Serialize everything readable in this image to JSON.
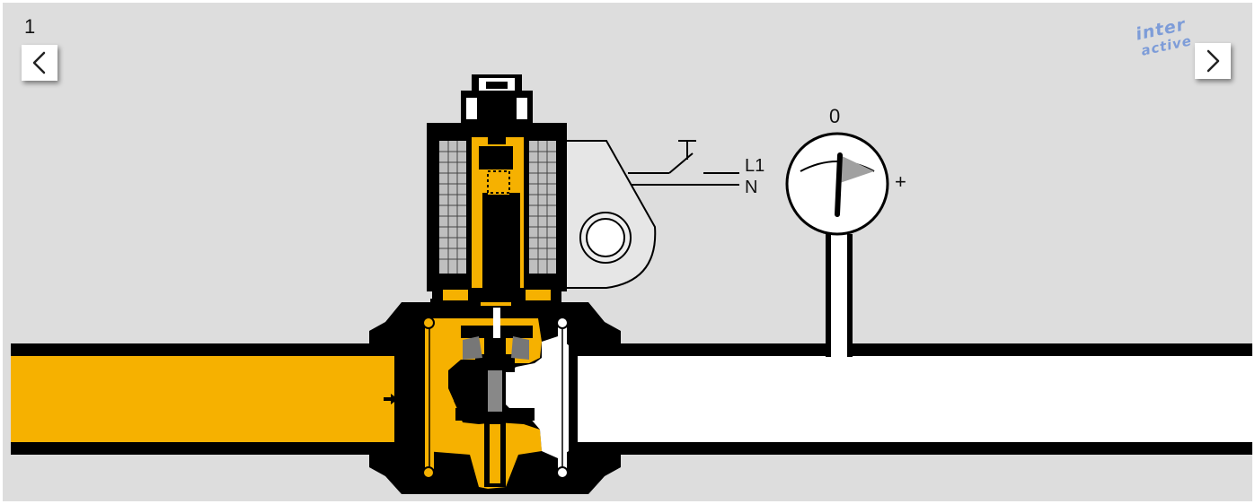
{
  "slide": {
    "number": "1"
  },
  "navigation": {
    "prev_icon": "chevron-left-icon",
    "next_icon": "chevron-right-icon"
  },
  "logo": {
    "line1": "inter",
    "line2": "active"
  },
  "diagram": {
    "wire_labels": {
      "live": "L1",
      "neutral": "N"
    },
    "gauge": {
      "zero_label": "0",
      "plus_label": "+"
    }
  },
  "colors": {
    "background": "#dddddd",
    "fluid": "#f6b100",
    "body": "#000000",
    "pipe_empty": "#ffffff",
    "logo": "#7d9cd8"
  }
}
